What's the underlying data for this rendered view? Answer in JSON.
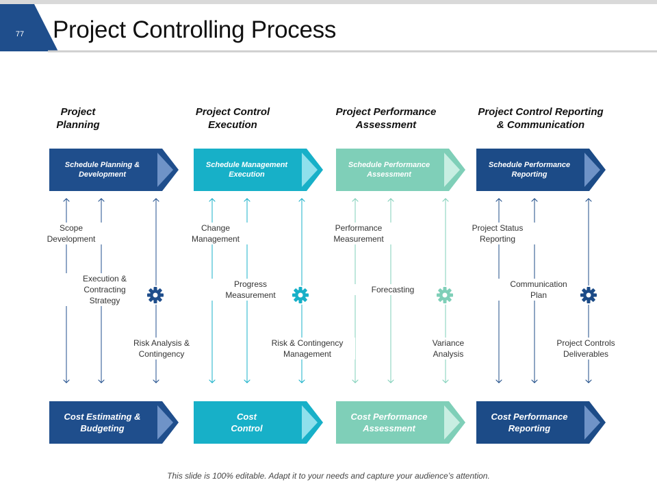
{
  "slide": {
    "number": "77",
    "title": "Project Controlling Process",
    "footer": "This slide is 100% editable. Adapt it to your needs and capture your audience’s attention."
  },
  "colors": {
    "dark_blue": "#1f4e8c",
    "teal": "#17b0c8",
    "mint": "#7fcfb8",
    "navy": "#1c4b87"
  },
  "columns": [
    {
      "heading": "Project\nPlanning",
      "top_box": "Schedule Planning &\nDevelopment",
      "bottom_box": "Cost Estimating  &\nBudgeting",
      "items": [
        "Scope\nDevelopment",
        "Execution &\nContracting\nStrategy",
        "Risk Analysis &\nContingency"
      ],
      "icon": "gear-icon"
    },
    {
      "heading": "Project Control\nExecution",
      "top_box": "Schedule Management\nExecution",
      "bottom_box": "Cost\nControl",
      "items": [
        "Change\nManagement",
        "Progress\nMeasurement",
        "Risk & Contingency\nManagement"
      ],
      "icon": "gear-icon"
    },
    {
      "heading": "Project Performance\nAssessment",
      "top_box": "Schedule Performance\nAssessment",
      "bottom_box": "Cost Performance\nAssessment",
      "items": [
        "Performance\nMeasurement",
        "Forecasting",
        "Variance\nAnalysis"
      ],
      "icon": "gear-icon"
    },
    {
      "heading": "Project Control Reporting\n& Communication",
      "top_box": "Schedule Performance\nReporting",
      "bottom_box": "Cost Performance\nReporting",
      "items": [
        "Project Status\nReporting",
        "Communication\nPlan",
        "Project Controls\nDeliverables"
      ],
      "icon": "gear-icon"
    }
  ]
}
